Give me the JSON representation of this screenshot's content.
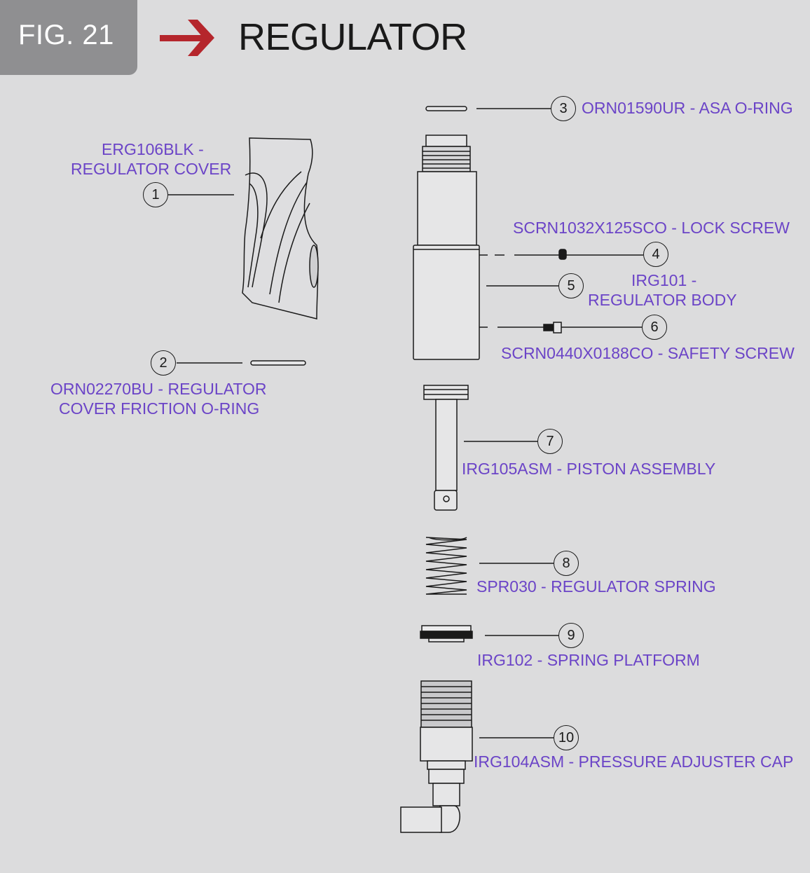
{
  "figure": {
    "label": "FIG. 21",
    "title": "REGULATOR",
    "accent": "#b5262c"
  },
  "colors": {
    "label_text": "#6b44c7",
    "background": "#dcdcdd",
    "badge": "#8f8f91"
  },
  "parts": [
    {
      "num": "1",
      "lines": [
        "ERG106BLK -",
        "REGULATOR COVER"
      ]
    },
    {
      "num": "2",
      "lines": [
        "ORN02270BU - REGULATOR",
        "COVER FRICTION O-RING"
      ]
    },
    {
      "num": "3",
      "lines": [
        "ORN01590UR - ASA O-RING"
      ]
    },
    {
      "num": "4",
      "lines": [
        "SCRN1032X125SCO - LOCK SCREW"
      ]
    },
    {
      "num": "5",
      "lines": [
        "IRG101 -",
        "REGULATOR BODY"
      ]
    },
    {
      "num": "6",
      "lines": [
        "SCRN0440X0188CO - SAFETY SCREW"
      ]
    },
    {
      "num": "7",
      "lines": [
        "IRG105ASM - PISTON ASSEMBLY"
      ]
    },
    {
      "num": "8",
      "lines": [
        "SPR030 - REGULATOR SPRING"
      ]
    },
    {
      "num": "9",
      "lines": [
        "IRG102 - SPRING PLATFORM"
      ]
    },
    {
      "num": "10",
      "lines": [
        "IRG104ASM - PRESSURE ADJUSTER CAP"
      ]
    }
  ]
}
